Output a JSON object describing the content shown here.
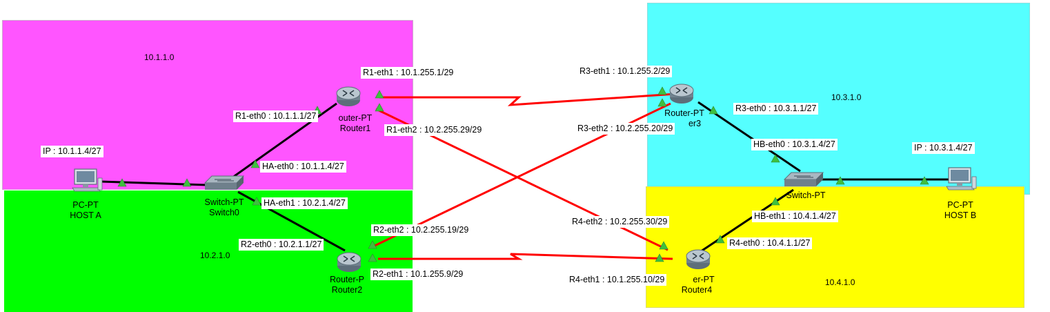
{
  "colors": {
    "zone_1_1": "#ff55ff",
    "zone_2_1": "#00ff00",
    "zone_3_1": "#55ffff",
    "zone_4_1": "#ffff00",
    "serial_link": "#ff0000",
    "ethernet_link": "#000000",
    "port_up": "#55c055"
  },
  "zones": {
    "z1": "10.1.1.0",
    "z2": "10.2.1.0",
    "z3": "10.3.1.0",
    "z4": "10.4.1.0"
  },
  "devices": {
    "router1": {
      "type": "Router-PT",
      "name": "Router1",
      "type_visible": "outer-PT"
    },
    "router2": {
      "type": "Router-PT",
      "name": "Router2",
      "type_visible": "Router-P"
    },
    "router3": {
      "type": "Router-PT",
      "name": "Router3",
      "type_visible": "Router-PT",
      "name_visible": "er3"
    },
    "router4": {
      "type": "Router-PT",
      "name": "Router4",
      "type_visible": "er-PT"
    },
    "switch0": {
      "type": "Switch-PT",
      "name": "Switch0"
    },
    "switch1": {
      "type": "Switch-PT",
      "name_visible": ""
    },
    "hostA": {
      "type": "PC-PT",
      "name": "HOST A"
    },
    "hostB": {
      "type": "PC-PT",
      "name": "HOST B"
    }
  },
  "interfaces": {
    "r1_eth1": "R1-eth1 : 10.1.255.1/29",
    "r1_eth0": "R1-eth0 : 10.1.1.1/27",
    "r1_eth2": "R1-eth2 : 10.2.255.29/29",
    "r2_eth2": "R2-eth2 : 10.2.255.19/29",
    "r2_eth0": "R2-eth0 : 10.2.1.1/27",
    "r2_eth1": "R2-eth1 : 10.1.255.9/29",
    "r3_eth1": "R3-eth1 : 10.1.255.2/29",
    "r3_eth0": "R3-eth0 : 10.3.1.1/27",
    "r3_eth2": "R3-eth2 : 10.2.255.20/29",
    "r4_eth2": "R4-eth2 : 10.2.255.30/29",
    "r4_eth0": "R4-eth0 : 10.4.1.1/27",
    "r4_eth1": "R4-eth1 : 10.1.255.10/29",
    "ha_eth0": "HA-eth0 : 10.1.1.4/27",
    "ha_eth1": "HA-eth1 : 10.2.1.4/27",
    "hb_eth0": "HB-eth0 : 10.3.1.4/27",
    "hb_eth1": "HB-eth1 : 10.4.1.4/27",
    "hostA_ip": "IP : 10.1.1.4/27",
    "hostB_ip": "IP : 10.3.1.4/27"
  },
  "icons": {
    "router": "router-icon",
    "switch": "switch-icon",
    "pc": "pc-icon",
    "port": "link-up-triangle-icon"
  }
}
